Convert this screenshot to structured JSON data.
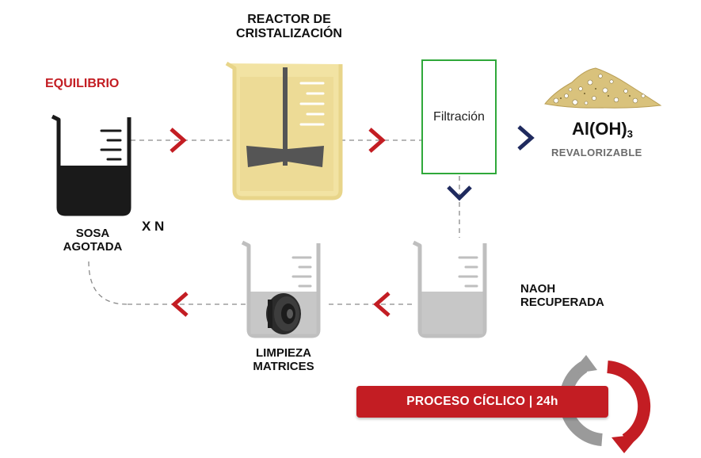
{
  "labels": {
    "equilibrio": "EQUILIBRIO",
    "reactor_line1": "REACTOR DE",
    "reactor_line2": "CRISTALIZACIÓN",
    "filtracion": "Filtración",
    "product_main": "Al(OH)",
    "product_sub": "3",
    "revalorizable": "REVALORIZABLE",
    "sosa_line1": "SOSA",
    "sosa_line2": "AGOTADA",
    "multiplier": "X N",
    "naoh_line1": "NAOH",
    "naoh_line2": "RECUPERADA",
    "limpieza_line1": "LIMPIEZA",
    "limpieza_line2": "MATRICES",
    "cycle": "PROCESO CÍCLICO | 24h"
  },
  "colors": {
    "red": "#c31d23",
    "navy": "#1f2a5e",
    "green": "#2fa83a",
    "reactor": "#f2e3a3",
    "gray": "#b9b9b9",
    "dark": "#1a1a1a"
  },
  "icons": [
    "beaker-dark-icon",
    "reactor-vessel-icon",
    "stirrer-icon",
    "filter-icon",
    "powder-pile-icon",
    "beaker-gray-icon",
    "beaker-with-die-icon",
    "cycle-arrows-icon"
  ]
}
